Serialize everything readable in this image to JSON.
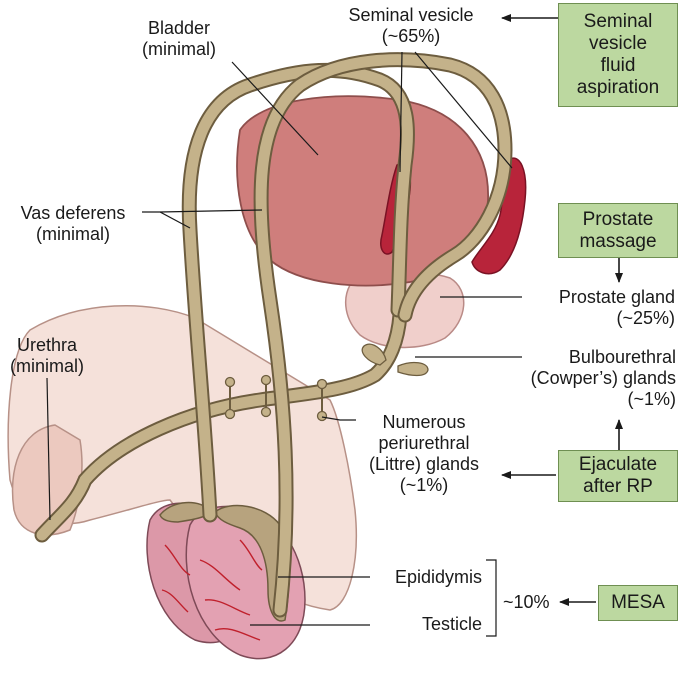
{
  "labels": {
    "seminal_vesicle": "Seminal vesicle",
    "seminal_vesicle_pct": "(~65%)",
    "bladder": "Bladder",
    "bladder_note": "(minimal)",
    "vas_deferens": "Vas deferens",
    "vas_deferens_note": "(minimal)",
    "prostate_gland": "Prostate gland",
    "prostate_gland_pct": "(~25%)",
    "urethra": "Urethra",
    "urethra_note": "(minimal)",
    "bulbourethral_1": "Bulbourethral",
    "bulbourethral_2": "(Cowper’s) glands",
    "bulbourethral_pct": "(~1%)",
    "periurethral_1": "Numerous",
    "periurethral_2": "periurethral",
    "periurethral_3": "(Littre) glands",
    "periurethral_pct": "(~1%)",
    "epididymis": "Epididymis",
    "testicle": "Testicle",
    "testis_group_pct": "~10%"
  },
  "boxes": {
    "sv_aspiration_1": "Seminal",
    "sv_aspiration_2": "vesicle",
    "sv_aspiration_3": "fluid",
    "sv_aspiration_4": "aspiration",
    "prostate_massage_1": "Prostate",
    "prostate_massage_2": "massage",
    "ejaculate_rp_1": "Ejaculate",
    "ejaculate_rp_2": "after RP",
    "mesa": "MESA"
  },
  "colors": {
    "box_fill": "#bcd8a0",
    "tube": "#c4b28a",
    "bladder": "#cf7e7c",
    "seminal_vesicle": "#b8243a",
    "testicle": "#d98c9e",
    "skin": "#f3ddd6"
  }
}
